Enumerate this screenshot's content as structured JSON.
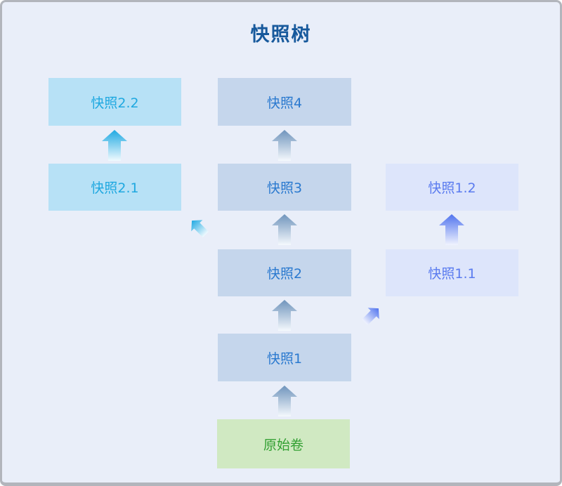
{
  "title": "快照树",
  "colors": {
    "page_background": "#e9eef9",
    "page_border": "#b2b5bc",
    "title_text": "#17599c",
    "main_chain_box": "#c5d6ec",
    "main_chain_text": "#2a79cf",
    "branch2_box": "#b7e1f6",
    "branch2_text": "#1fa8e0",
    "branch1_box": "#dde5fb",
    "branch1_text": "#5a7bef",
    "origin_box": "#d0e9c2",
    "origin_text": "#33a033",
    "arrow_main": "#6f94bc",
    "arrow_branch2": "#1fa9e2",
    "arrow_branch1": "#5174ee"
  },
  "nodes": {
    "origin": {
      "label": "原始卷"
    },
    "s1": {
      "label": "快照1"
    },
    "s2": {
      "label": "快照2"
    },
    "s3": {
      "label": "快照3"
    },
    "s4": {
      "label": "快照4"
    },
    "s1_1": {
      "label": "快照1.1"
    },
    "s1_2": {
      "label": "快照1.2"
    },
    "s2_1": {
      "label": "快照2.1"
    },
    "s2_2": {
      "label": "快照2.2"
    }
  },
  "edges": [
    {
      "from": "原始卷",
      "to": "快照1",
      "direction": "up"
    },
    {
      "from": "快照1",
      "to": "快照2",
      "direction": "up"
    },
    {
      "from": "快照2",
      "to": "快照3",
      "direction": "up"
    },
    {
      "from": "快照3",
      "to": "快照4",
      "direction": "up"
    },
    {
      "from": "快照2",
      "to": "快照2.1",
      "direction": "up-left"
    },
    {
      "from": "快照2.1",
      "to": "快照2.2",
      "direction": "up"
    },
    {
      "from": "快照1",
      "to": "快照1.1",
      "direction": "up-right"
    },
    {
      "from": "快照1.1",
      "to": "快照1.2",
      "direction": "up"
    }
  ]
}
